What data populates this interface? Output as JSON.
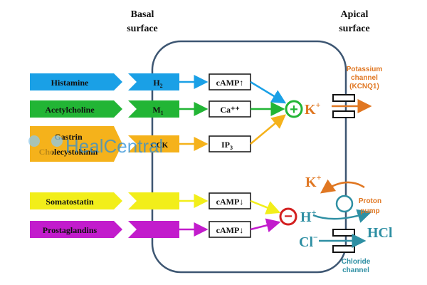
{
  "header": {
    "basal_line1": "Basal",
    "basal_line2": "surface",
    "apical_line1": "Apical",
    "apical_line2": "surface"
  },
  "stimulators": [
    {
      "name": "Histamine",
      "receptor": "H",
      "receptor_sub": "2",
      "messenger": "cAMP↑",
      "color": "#1aa0e6"
    },
    {
      "name": "Acetylcholine",
      "receptor": "M",
      "receptor_sub": "1",
      "messenger": "Ca⁺⁺",
      "color": "#22b535"
    },
    {
      "name_line1": "Gastrin",
      "name_line2": "Cholecystokinin",
      "receptor": "CCK",
      "messenger": "IP",
      "messenger_sub": "3",
      "color": "#f5b21b"
    }
  ],
  "inhibitors": [
    {
      "name": "Somatostatin",
      "messenger": "cAMP↓",
      "color": "#f2ee1a"
    },
    {
      "name": "Prostaglandins",
      "messenger": "cAMP↓",
      "color": "#c21ccc"
    }
  ],
  "signals": {
    "plus_symbol": "+",
    "minus_symbol": "−",
    "potassium": "K",
    "potassium_sup": "+",
    "potassium_out": "K",
    "potassium_out_sup": "+",
    "hydrogen": "H",
    "hydrogen_sup": "+",
    "chloride": "Cl",
    "chloride_sup": "−",
    "acid": "HCl"
  },
  "apical_labels": {
    "potassium_channel_line1": "Potassium",
    "potassium_channel_line2": "channel",
    "potassium_channel_line3": "(KCNQ1)",
    "proton_pump_line1": "Proton",
    "proton_pump_line2": "pump",
    "chloride_channel_line1": "Chloride",
    "chloride_channel_line2": "channel"
  },
  "watermark": "HealCentral",
  "colors": {
    "cell_border": "#3d5672",
    "box_border": "#111111",
    "orange": "#e07722",
    "teal": "#2e8fa3",
    "plus_green": "#22b535",
    "minus_red": "#d32020",
    "watermark_blue": "#2d8fd6"
  }
}
